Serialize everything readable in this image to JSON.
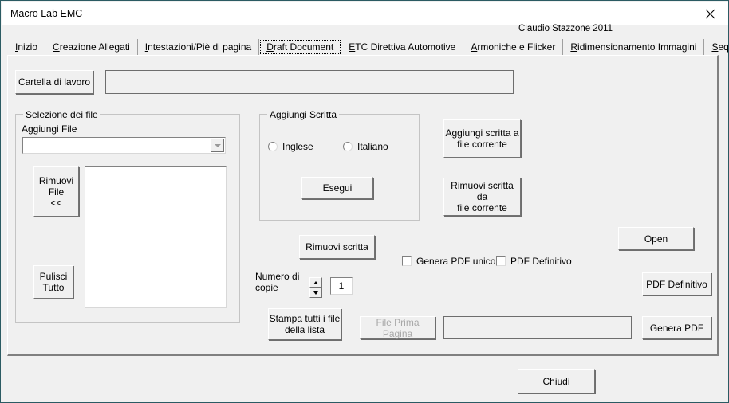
{
  "window": {
    "title": "Macro Lab EMC",
    "close_icon": "close-icon",
    "credit": "Claudio Stazzone 2011"
  },
  "tabs": [
    {
      "label": "Inizio",
      "mnemonic": "I",
      "selected": false
    },
    {
      "label": "Creazione Allegati",
      "mnemonic": "C",
      "selected": false
    },
    {
      "label": "Intestazioni/Piè di pagina",
      "mnemonic": "I",
      "selected": false
    },
    {
      "label": "Draft Document",
      "mnemonic": "D",
      "selected": true
    },
    {
      "label": "ETC Direttiva Automotive",
      "mnemonic": "E",
      "selected": false
    },
    {
      "label": "Armoniche e Flicker",
      "mnemonic": "A",
      "selected": false
    },
    {
      "label": "Ridimensionamento Immagini",
      "mnemonic": "R",
      "selected": false
    },
    {
      "label": "Sequenze",
      "mnemonic": "S",
      "selected": false
    }
  ],
  "workdir": {
    "button_label": "Cartella di lavoro",
    "path_value": "",
    "path_placeholder": ""
  },
  "file_selection": {
    "legend": "Selezione dei file",
    "add_file_label": "Aggiungi File",
    "combo_value": "",
    "combo_arrow_icon": "chevron-down-icon",
    "remove_file_label": "Rimuovi\nFile\n<<",
    "clear_all_label": "Pulisci\nTutto",
    "list_items": []
  },
  "add_text": {
    "legend": "Aggiungi Scritta",
    "radio_english": "Inglese",
    "radio_italian": "Italiano",
    "english_selected": false,
    "italian_selected": false,
    "run_label": "Esegui"
  },
  "actions": {
    "add_text_current": "Aggiungi scritta a\nfile corrente",
    "remove_text_current": "Rimuovi scritta da\nfile corrente",
    "remove_text": "Rimuovi scritta",
    "open": "Open",
    "pdf_definitive": "PDF Definitivo",
    "generate_pdf": "Genera PDF",
    "print_all": "Stampa tutti i file\ndella lista",
    "first_page_file": "File Prima Pagina",
    "first_page_value": "",
    "close": "Chiudi"
  },
  "options": {
    "single_pdf_label": "Genera PDF unico",
    "single_pdf_checked": false,
    "definitive_pdf_label": "PDF Definitivo",
    "definitive_pdf_checked": false
  },
  "copies": {
    "label": "Numero di\ncopie",
    "value": "1"
  },
  "colors": {
    "window_bg": "#f0f0f0",
    "titlebar_bg": "#ffffff",
    "frame": "#2b5b63",
    "field_bg": "#ffffff",
    "disabled_text": "#a8a8a8"
  }
}
